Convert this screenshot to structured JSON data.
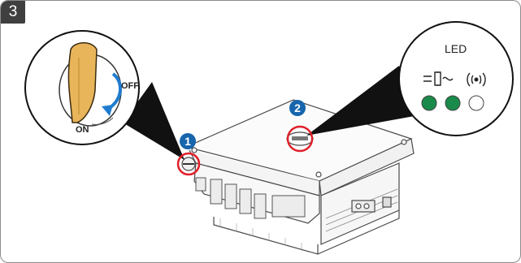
{
  "step": {
    "number": "3"
  },
  "switch_callout": {
    "off_label": "OFF",
    "on_label": "ON"
  },
  "markers": [
    {
      "number": "1"
    },
    {
      "number": "2"
    }
  ],
  "led_callout": {
    "title": "LED",
    "indicators": [
      {
        "icon": "pv-connection-icon",
        "color": "#1a8a4a"
      },
      {
        "icon": "grid-connection-icon",
        "color": "#1a8a4a"
      },
      {
        "icon": "communication-icon",
        "color": "#ffffff"
      }
    ]
  },
  "colors": {
    "marker_blue": "#1765ad",
    "highlight_red": "#e0202a",
    "handle_yellow": "#e8b55a",
    "arrow_blue": "#1f7ccf",
    "callout_pointer": "#111111"
  }
}
